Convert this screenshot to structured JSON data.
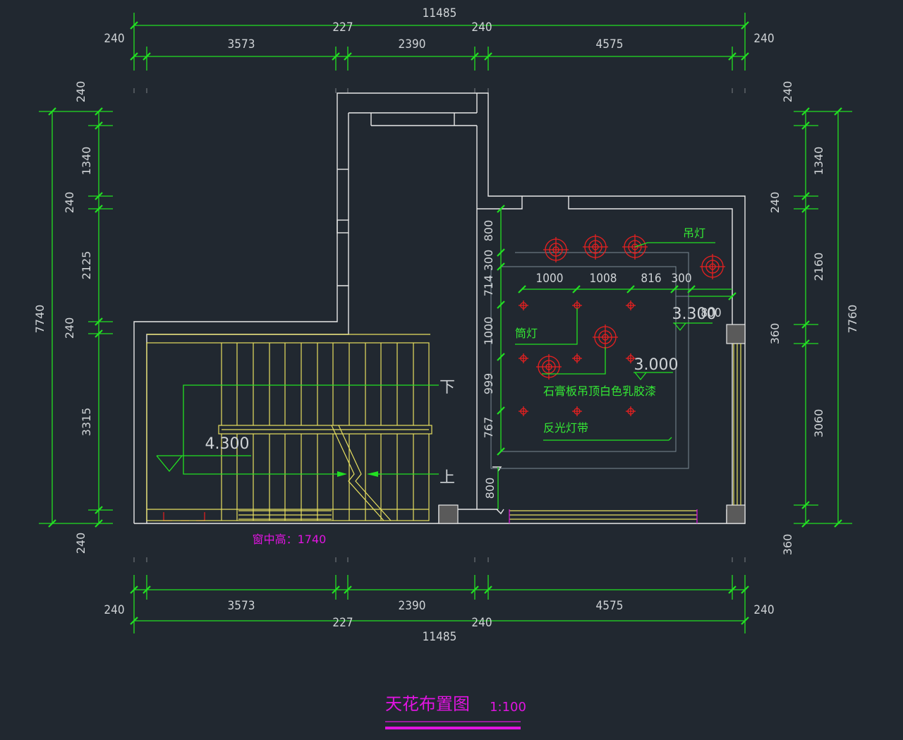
{
  "drawing": {
    "title": "天花布置图",
    "scale": "1:100",
    "window_note": "窗中高：1740",
    "colors": {
      "background": "#212830",
      "dimension_line": "#22e022",
      "wall": "#e8e8e8",
      "stair": "#e8e060",
      "light": "#e82020",
      "title": "#e014e0"
    }
  },
  "dimensions": {
    "top_total": "11485",
    "top_middle": [
      "227",
      "240"
    ],
    "top_segments": [
      "3573",
      "2390",
      "4575"
    ],
    "top_ends": [
      "240",
      "240"
    ],
    "bottom_total": "11485",
    "bottom_middle": [
      "227",
      "240"
    ],
    "bottom_segments": [
      "3573",
      "2390",
      "4575"
    ],
    "bottom_ends": [
      "240",
      "240"
    ],
    "left_total": "7740",
    "left_segments": [
      "240",
      "1340",
      "240",
      "2125",
      "240",
      "3315",
      "240"
    ],
    "right_total": "7760",
    "right_segments": [
      "240",
      "1340",
      "240",
      "2160",
      "360",
      "3060",
      "360"
    ],
    "room_vertical": [
      "800",
      "300",
      "714",
      "1000",
      "999",
      "767"
    ],
    "room_horizontal": [
      "1000",
      "1008",
      "816",
      "300"
    ],
    "door_width": "800",
    "offset_label": "800"
  },
  "labels": {
    "pendant_light": "吊灯",
    "down_light": "筒灯",
    "ceiling_material": "石膏板吊顶白色乳胶漆",
    "light_strip": "反光灯带",
    "stair_down": "下",
    "stair_up": "上"
  },
  "elevations": {
    "stair": "4.300",
    "upper": "3.300",
    "lower": "3.000"
  }
}
